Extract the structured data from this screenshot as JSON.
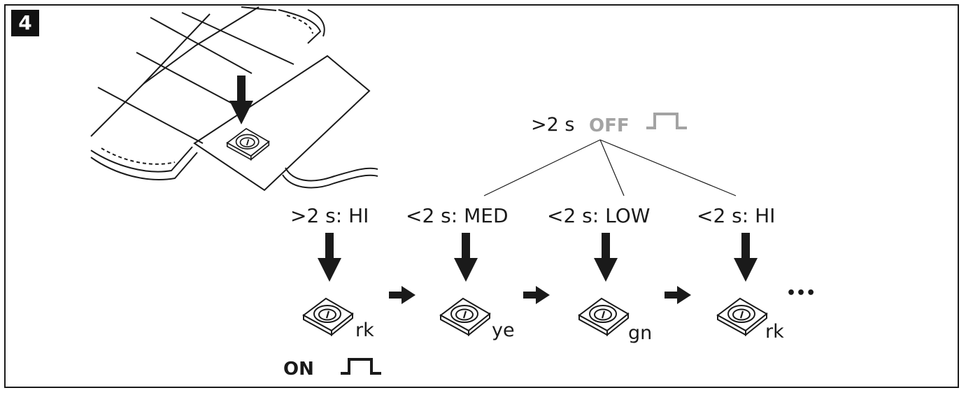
{
  "step_number": "4",
  "off_branch": {
    "time_label": ">2 s",
    "state_label": "OFF"
  },
  "on_label": "ON",
  "sequence": [
    {
      "condition": ">2 s: HI",
      "color_code": "rk"
    },
    {
      "condition": "<2 s: MED",
      "color_code": "ye"
    },
    {
      "condition": "<2 s: LOW",
      "color_code": "gn"
    },
    {
      "condition": "<2 s: HI",
      "color_code": "rk"
    }
  ],
  "continuation": "•••",
  "colors": {
    "line": "#1a1a1a",
    "off_grey": "#a3a3a3",
    "badge": "#111111"
  }
}
